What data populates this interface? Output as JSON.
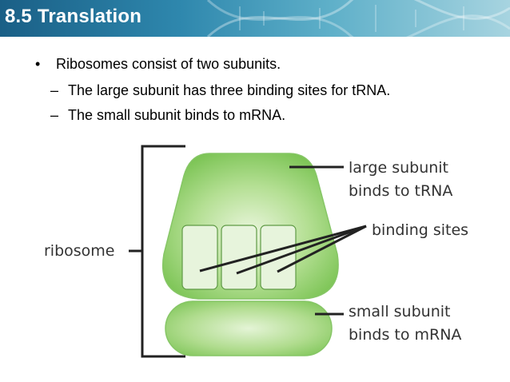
{
  "slide": {
    "title": "8.5 Translation",
    "bullets": [
      {
        "level": 1,
        "marker": "•",
        "text": "Ribosomes consist of two subunits."
      },
      {
        "level": 2,
        "marker": "–",
        "text": "The large subunit has three binding sites for tRNA."
      },
      {
        "level": 2,
        "marker": "–",
        "text": "The small subunit binds to mRNA."
      }
    ]
  },
  "diagram": {
    "labels": {
      "ribosome": "ribosome",
      "large_subunit_line1": "large subunit",
      "large_subunit_line2": "binds to tRNA",
      "binding_sites": "binding sites",
      "small_subunit_line1": "small subunit",
      "small_subunit_line2": "binds to mRNA"
    },
    "colors": {
      "subunit_fill": "#8fd06a",
      "subunit_stroke": "#7fbf5f",
      "binding_site_fill": "#e6f3d8",
      "header_blue": "#1a5f86"
    }
  }
}
